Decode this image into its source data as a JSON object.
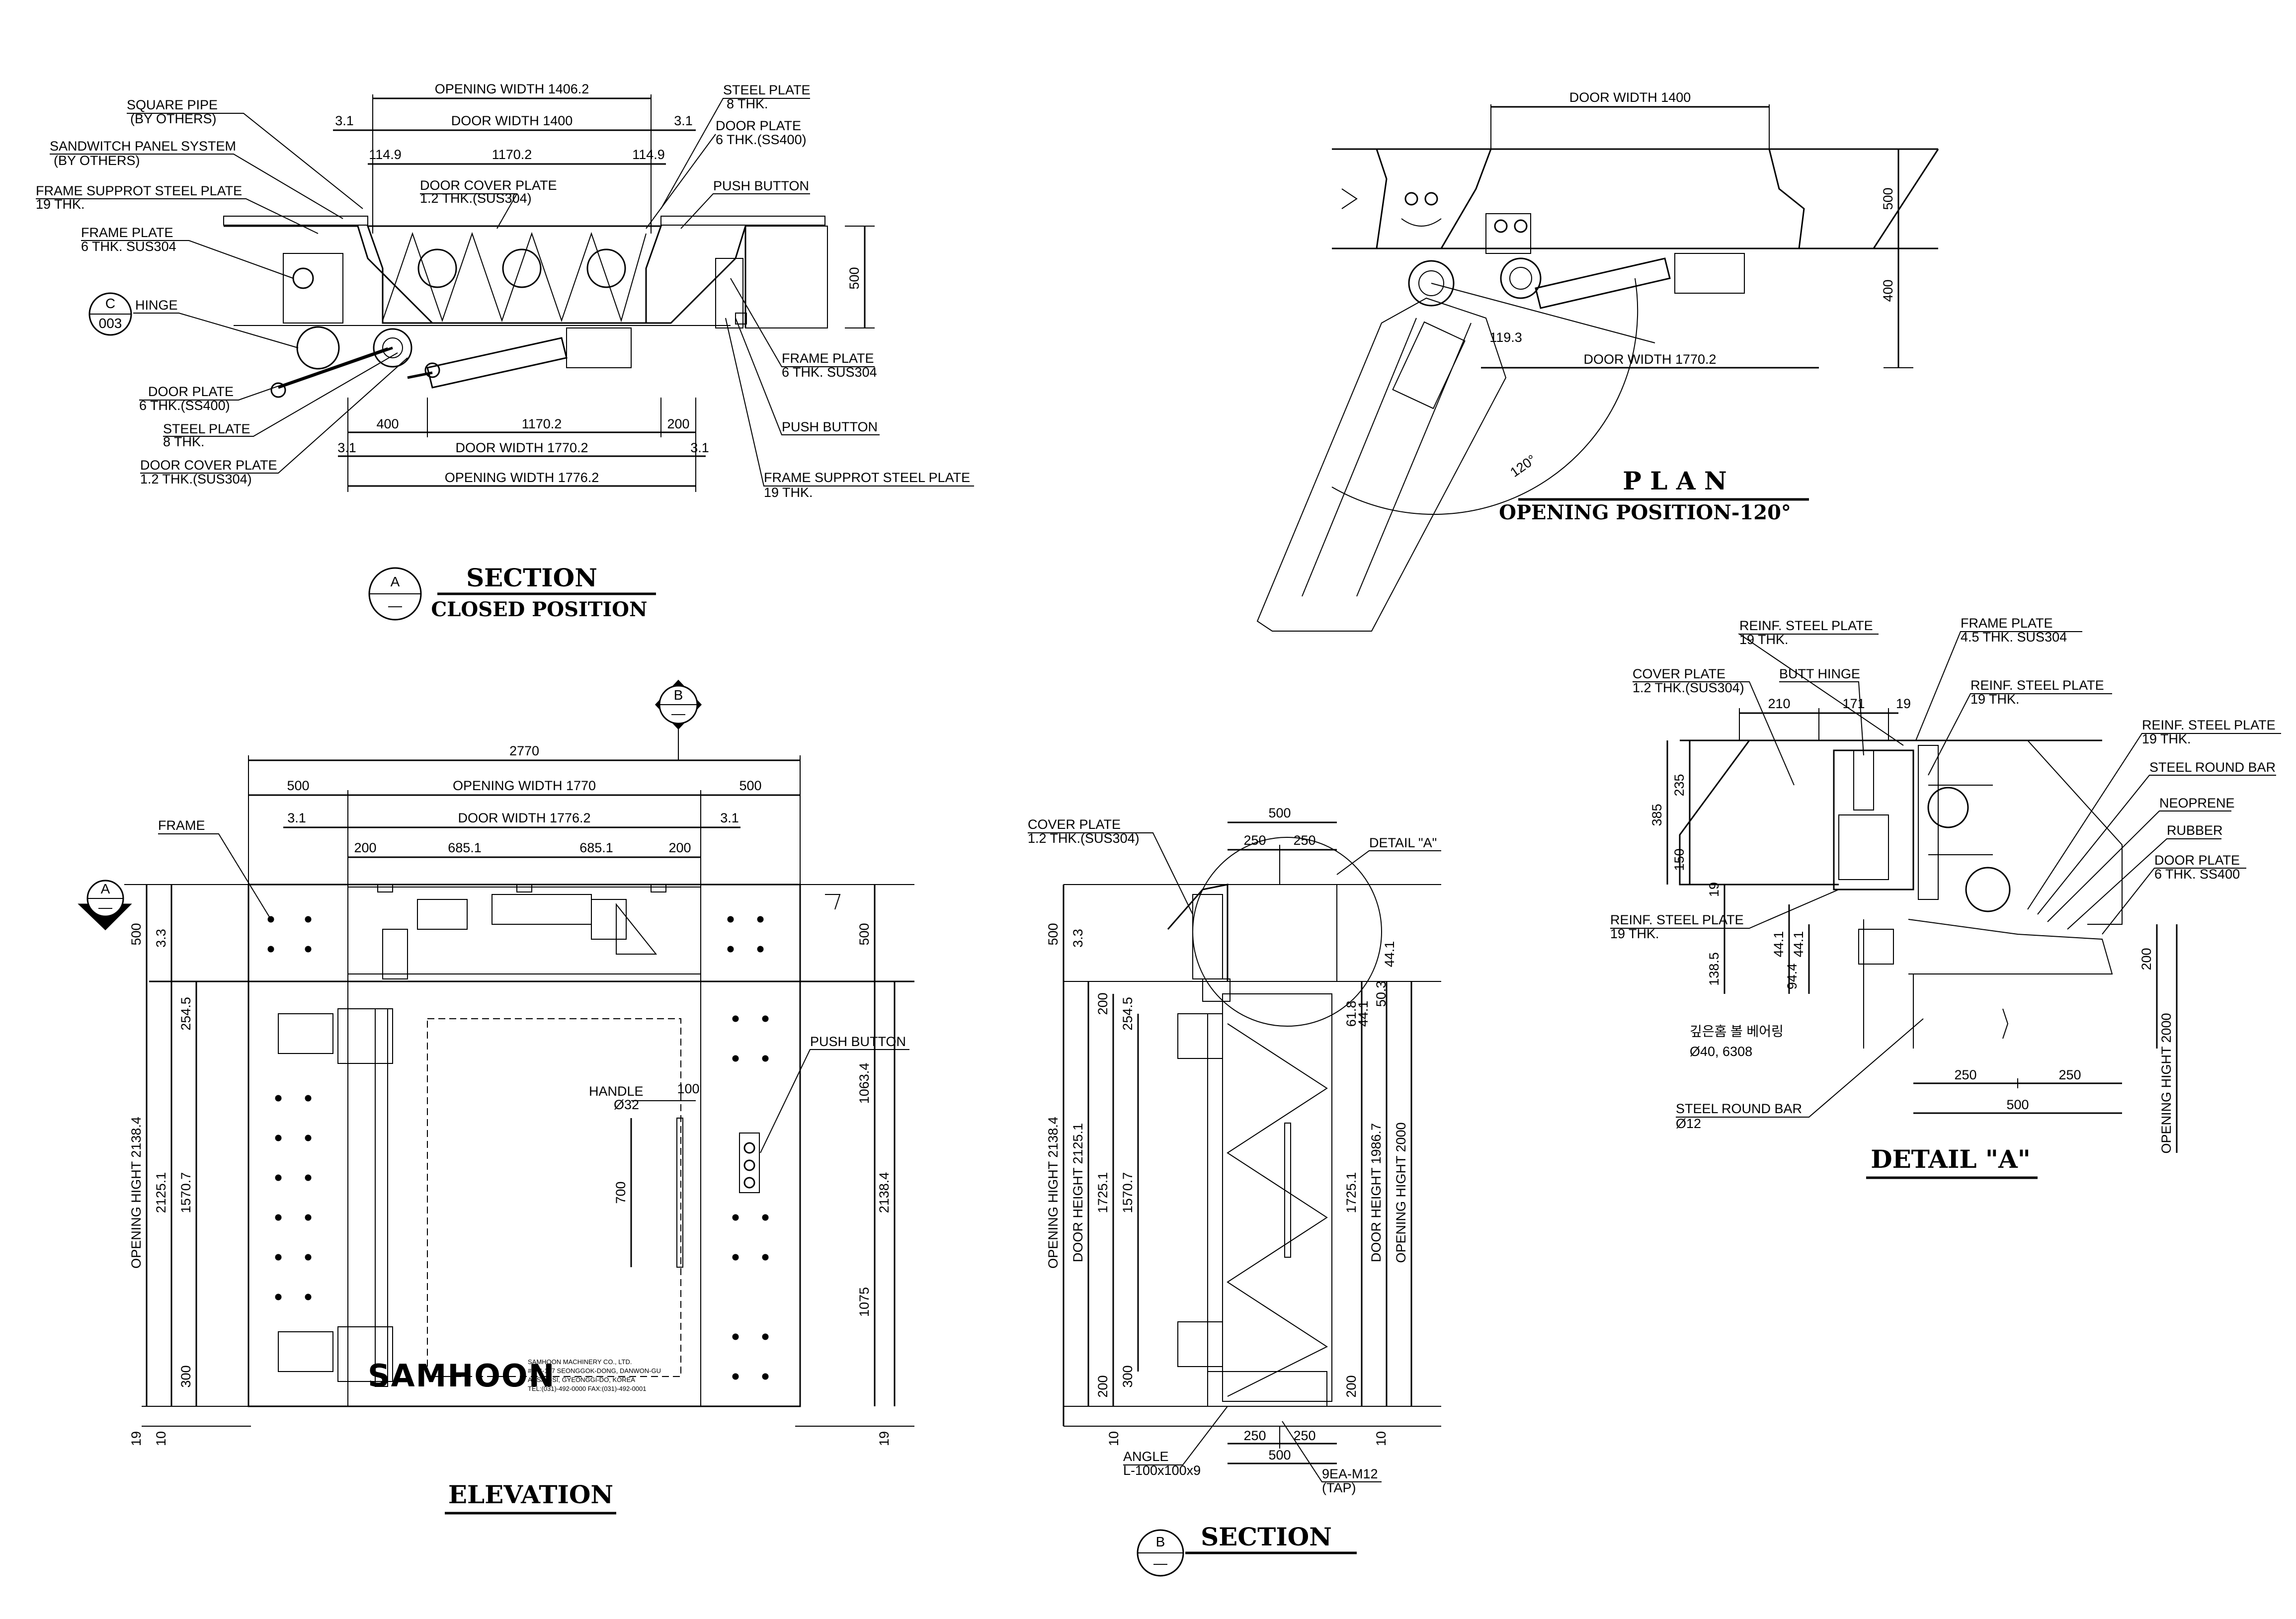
{
  "section_a": {
    "title": "SECTION",
    "subtitle": "CLOSED POSITION",
    "bubble": {
      "top": "A",
      "bottom": "—"
    },
    "hinge_bubble": {
      "top": "C",
      "bottom": "003"
    },
    "labels": {
      "square_pipe": [
        "SQUARE PIPE",
        "(BY OTHERS)"
      ],
      "sandwich_panel": [
        "SANDWITCH PANEL SYSTEM",
        "(BY OTHERS)"
      ],
      "frame_support_left": [
        "FRAME SUPPROT STEEL PLATE",
        "19 THK."
      ],
      "frame_plate_left": [
        "FRAME PLATE",
        "6 THK. SUS304"
      ],
      "hinge": "HINGE",
      "door_plate_left": [
        "DOOR PLATE",
        "6 THK.(SS400)"
      ],
      "steel_plate_left": [
        "STEEL PLATE",
        "8 THK."
      ],
      "door_cover_left": [
        "DOOR COVER PLATE",
        "1.2 THK.(SUS304)"
      ],
      "door_cover_top": [
        "DOOR COVER PLATE",
        "1.2 THK.(SUS304)"
      ],
      "steel_plate_right": [
        "STEEL PLATE",
        "8 THK."
      ],
      "door_plate_right": [
        "DOOR PLATE",
        "6 THK.(SS400)"
      ],
      "push_button_top": "PUSH BUTTON",
      "frame_plate_right": [
        "FRAME PLATE",
        "6 THK. SUS304"
      ],
      "push_button_bottom": "PUSH BUTTON",
      "frame_support_right": [
        "FRAME SUPPROT STEEL PLATE",
        "19 THK."
      ]
    },
    "dims": {
      "opening_top": "OPENING WIDTH 1406.2",
      "door_top": "DOOR WIDTH 1400",
      "gap_l": "3.1",
      "gap_r": "3.1",
      "side_l": "114.9",
      "side_r": "114.9",
      "inner_top": "1170.2",
      "height": "500",
      "b_400": "400",
      "b_inner": "1170.2",
      "b_200": "200",
      "b_door": "DOOR WIDTH 1770.2",
      "b_gap_l": "3.1",
      "b_gap_r": "3.1",
      "b_opening": "OPENING WIDTH 1776.2"
    }
  },
  "plan": {
    "title": "P L A N",
    "subtitle": "OPENING POSITION-120°",
    "dims": {
      "door_top": "DOOR WIDTH 1400",
      "h500": "500",
      "h400": "400",
      "door_bottom": "DOOR WIDTH 1770.2",
      "short": "119.3",
      "angle": "120°"
    }
  },
  "elevation": {
    "title": "ELEVATION",
    "bubble_b": {
      "top": "B",
      "bottom": "—"
    },
    "bubble_a": {
      "top": "A",
      "bottom": "—"
    },
    "logo": "SAMHOON",
    "plate_lines": [
      "SAMHOON MACHINERY CO., LTD.",
      "#374-137 SEONGGOK-DONG, DANWON-GU",
      "ANSAN-SI, GYEONGGI-DO, KOREA",
      "TEL:(031)-492-0000 FAX:(031)-492-0001"
    ],
    "labels": {
      "frame": "FRAME",
      "handle": "HANDLE",
      "handle_dia": "Ø32",
      "push_button": "PUSH BUTTON"
    },
    "dims": {
      "overall": "2770",
      "side_l": "500",
      "opening": "OPENING WIDTH 1770",
      "side_r": "500",
      "gap_l": "3.1",
      "door": "DOOR WIDTH 1776.2",
      "gap_r": "3.1",
      "d200a": "200",
      "d685a": "685.1",
      "d685b": "685.1",
      "d200b": "200",
      "h500l": "500",
      "h3_3": "3.3",
      "h500r": "500",
      "h254": "254.5",
      "open_hight": "OPENING HIGHT 2138.4",
      "h2125": "2125.1",
      "h1570": "1570.7",
      "h300": "300",
      "h19": "19",
      "h10": "10",
      "h100": "100",
      "h700": "700",
      "h1063": "1063.4",
      "h2138r": "2138.4",
      "h1075": "1075",
      "h19r": "19"
    }
  },
  "section_b": {
    "title": "SECTION",
    "bubble": {
      "top": "B",
      "bottom": "—"
    },
    "labels": {
      "cover_plate": [
        "COVER PLATE",
        "1.2 THK.(SUS304)"
      ],
      "detail_a": "DETAIL \"A\"",
      "angle": [
        "ANGLE",
        "L-100x100x9"
      ],
      "tap": [
        "9EA-M12",
        "(TAP)"
      ]
    },
    "dims": {
      "top500": "500",
      "top250a": "250",
      "top250b": "250",
      "h500": "500",
      "h3_3": "3.3",
      "h200": "200",
      "h254": "254.5",
      "open_hight": "OPENING HIGHT 2138.4",
      "door_height_l": "DOOR HEIGHT 2125.1",
      "h1725": "1725.1",
      "h1570": "1570.7",
      "h200b": "200",
      "h300": "300",
      "h10": "10",
      "r44": "44.1",
      "r50": "50.3",
      "r61": "61.8",
      "r44b": "44.1",
      "r1725": "1725.1",
      "door_height_r": "DOOR HEIGHT 1986.7",
      "open_hight_r": "OPENING HIGHT 2000",
      "r200": "200",
      "r10": "10",
      "bot250a": "250",
      "bot250b": "250",
      "bot500": "500"
    }
  },
  "detail_a": {
    "title": "DETAIL \"A\"",
    "labels": {
      "reinf_top": [
        "REINF. STEEL PLATE",
        "19 THK."
      ],
      "frame_plate": [
        "FRAME PLATE",
        "4.5 THK. SUS304"
      ],
      "cover_plate": [
        "COVER PLATE",
        "1.2 THK.(SUS304)"
      ],
      "butt_hinge": "BUTT HINGE",
      "reinf_mid": [
        "REINF. STEEL PLATE",
        "19 THK."
      ],
      "reinf_right": [
        "REINF. STEEL PLATE",
        "19 THK."
      ],
      "steel_round_top": "STEEL ROUND BAR",
      "neoprene": "NEOPRENE",
      "rubber": "RUBBER",
      "door_plate": [
        "DOOR PLATE",
        "6 THK. SS400"
      ],
      "reinf_left": [
        "REINF. STEEL PLATE",
        "19 THK."
      ],
      "bearing": [
        "깊은홈 볼 베어링",
        "Ø40, 6308"
      ],
      "steel_round_bottom": [
        "STEEL ROUND BAR",
        "Ø12"
      ]
    },
    "dims": {
      "d210": "210",
      "d171": "171",
      "d19": "19",
      "h385": "385",
      "h235": "235",
      "h150": "150",
      "h19": "19",
      "h138": "138.5",
      "h44a": "44.1",
      "h44b": "44.1",
      "h94": "94.4",
      "r200": "200",
      "open_hight": "OPENING HIGHT 2000",
      "b250a": "250",
      "b250b": "250",
      "b500": "500"
    }
  }
}
